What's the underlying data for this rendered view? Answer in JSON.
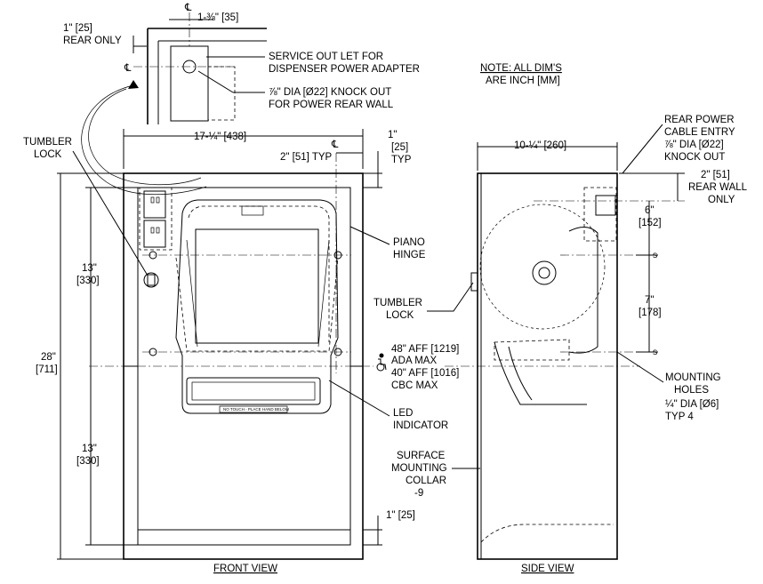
{
  "labels": {
    "rear_only_1": "1\" [25]",
    "rear_only_2": "REAR ONLY",
    "centerline_top": "℄",
    "dim_1_3_8": "1-⅜\" [35]",
    "centerline_left": "℄",
    "service_1": "SERVICE OUT LET FOR",
    "service_2": "DISPENSER POWER ADAPTER",
    "knockout_1": "⅞\" DIA [Ø22] KNOCK OUT",
    "knockout_2": "FOR POWER REAR WALL",
    "note_1": "NOTE: ALL DIM'S",
    "note_2": "ARE INCH [MM]",
    "width_front": "17-¼\" [438]",
    "top_1a": "1\"",
    "top_1b": "[25]",
    "top_1c": "TYP",
    "centerline_mid": "℄",
    "dim_2_typ": "2\" [51] TYP",
    "tumbler_1": "TUMBLER",
    "tumbler_2": "LOCK",
    "width_side": "10-¼\" [260]",
    "rear_power_1": "REAR POWER",
    "rear_power_2": "CABLE ENTRY",
    "rear_power_3": "⅞\" DIA [Ø22]",
    "rear_power_4": "KNOCK OUT",
    "rear_wall_1": "2\" [51]",
    "rear_wall_2": "REAR WALL",
    "rear_wall_3": "ONLY",
    "dim_6_a": "6\"",
    "dim_6_b": "[152]",
    "dim_7_a": "7\"",
    "dim_7_b": "[178]",
    "piano_1": "PIANO",
    "piano_2": "HINGE",
    "tumbler_side_1": "TUMBLER",
    "tumbler_side_2": "LOCK",
    "dim_13_top_a": "13\"",
    "dim_13_top_b": "[330]",
    "dim_28_a": "28\"",
    "dim_28_b": "[711]",
    "aff_1": "48\" AFF [1219]",
    "aff_2": "ADA MAX",
    "aff_3": "40\" AFF [1016]",
    "aff_4": "CBC MAX",
    "mounting_1": "MOUNTING",
    "mounting_2": "HOLES",
    "mounting_3": "¼\" DIA [Ø6]",
    "mounting_4": "TYP 4",
    "led_1": "LED",
    "led_2": "INDICATOR",
    "dim_13_bot_a": "13\"",
    "dim_13_bot_b": "[330]",
    "surface_1": "SURFACE",
    "surface_2": "MOUNTING",
    "surface_3": "COLLAR",
    "surface_4": "-9",
    "bottom_1": "1\" [25]",
    "front_view": "FRONT VIEW",
    "side_view": "SIDE VIEW",
    "panel_text": "NO TOUCH - PLACE HAND BELOW",
    "s_marker": "s"
  }
}
